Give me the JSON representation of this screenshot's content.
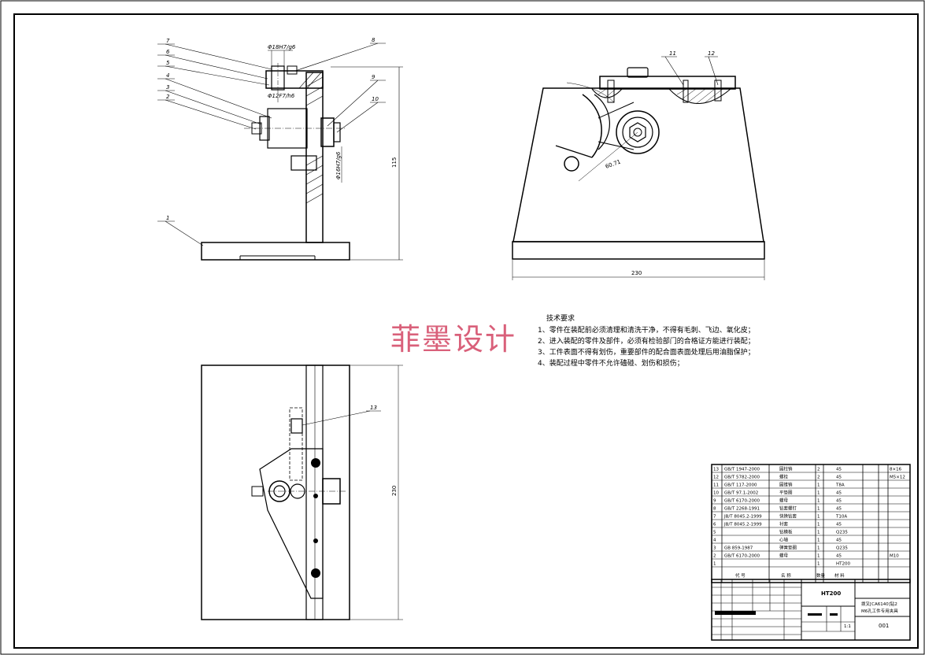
{
  "watermark": "菲墨设计",
  "tech_req": {
    "title": "技术要求",
    "items": [
      "1、零件在装配前必须清理和清洗干净，不得有毛刺、飞边、氧化皮；",
      "2、进入装配的零件及部件，必须有检验部门的合格证方能进行装配；",
      "3、工件表面不得有划伤，重要部件的配合面表面处理后用油脂保护；",
      "4、装配过程中零件不允许磕碰、划伤和损伤；"
    ]
  },
  "front_view": {
    "fit_top": "Φ18H7/g6",
    "fit_mid": "Φ12F7/h6",
    "fit_side": "Φ16H7/g6",
    "height_dim": "115",
    "balloons": [
      "7",
      "6",
      "5",
      "4",
      "3",
      "2",
      "1",
      "8",
      "9",
      "10"
    ]
  },
  "side_view": {
    "width_dim": "230",
    "angle_dim": "60.71",
    "balloons": [
      "11",
      "12"
    ]
  },
  "top_view": {
    "height_dim": "230",
    "balloons": [
      "13"
    ]
  },
  "bom": {
    "rows": [
      {
        "no": "13",
        "code": "GB/T 1947-2000",
        "name": "圆柱销",
        "qty": "2",
        "mat": "45",
        "note": "8×16"
      },
      {
        "no": "12",
        "code": "GB/T 5782-2000",
        "name": "螺栓",
        "qty": "2",
        "mat": "45",
        "note": "M5×12"
      },
      {
        "no": "11",
        "code": "GB/T 117-2000",
        "name": "圆锥销",
        "qty": "1",
        "mat": "T8A",
        "note": ""
      },
      {
        "no": "10",
        "code": "GB/T 97.1-2002",
        "name": "平垫圈",
        "qty": "1",
        "mat": "45",
        "note": ""
      },
      {
        "no": "9",
        "code": "GB/T 6170-2000",
        "name": "螺母",
        "qty": "1",
        "mat": "45",
        "note": ""
      },
      {
        "no": "8",
        "code": "GB/T 2268-1991",
        "name": "钻套螺钉",
        "qty": "1",
        "mat": "45",
        "note": ""
      },
      {
        "no": "7",
        "code": "JB/T 8045.2-1999",
        "name": "快换钻套",
        "qty": "1",
        "mat": "T10A",
        "note": ""
      },
      {
        "no": "6",
        "code": "JB/T 8045.2-1999",
        "name": "衬套",
        "qty": "1",
        "mat": "45",
        "note": ""
      },
      {
        "no": "5",
        "code": "",
        "name": "钻模板",
        "qty": "1",
        "mat": "Q235",
        "note": ""
      },
      {
        "no": "4",
        "code": "",
        "name": "心轴",
        "qty": "1",
        "mat": "45",
        "note": ""
      },
      {
        "no": "3",
        "code": "GB 859-1987",
        "name": "弹簧垫圈",
        "qty": "1",
        "mat": "Q235",
        "note": ""
      },
      {
        "no": "2",
        "code": "GB/T 6170-2000",
        "name": "螺母",
        "qty": "1",
        "mat": "45",
        "note": "M10"
      },
      {
        "no": "1",
        "code": "",
        "name": "",
        "qty": "1",
        "mat": "HT200",
        "note": ""
      }
    ],
    "header": {
      "code": "代 号",
      "name": "名 称",
      "qty": "数量",
      "mat": "材 料"
    }
  },
  "title_block": {
    "material": "HT200",
    "design_title_1": "拨叉[CA6140]钻2",
    "design_title_2": "M6孔工件专用夹具",
    "ratio": "1:1",
    "drawing_no": "001"
  }
}
